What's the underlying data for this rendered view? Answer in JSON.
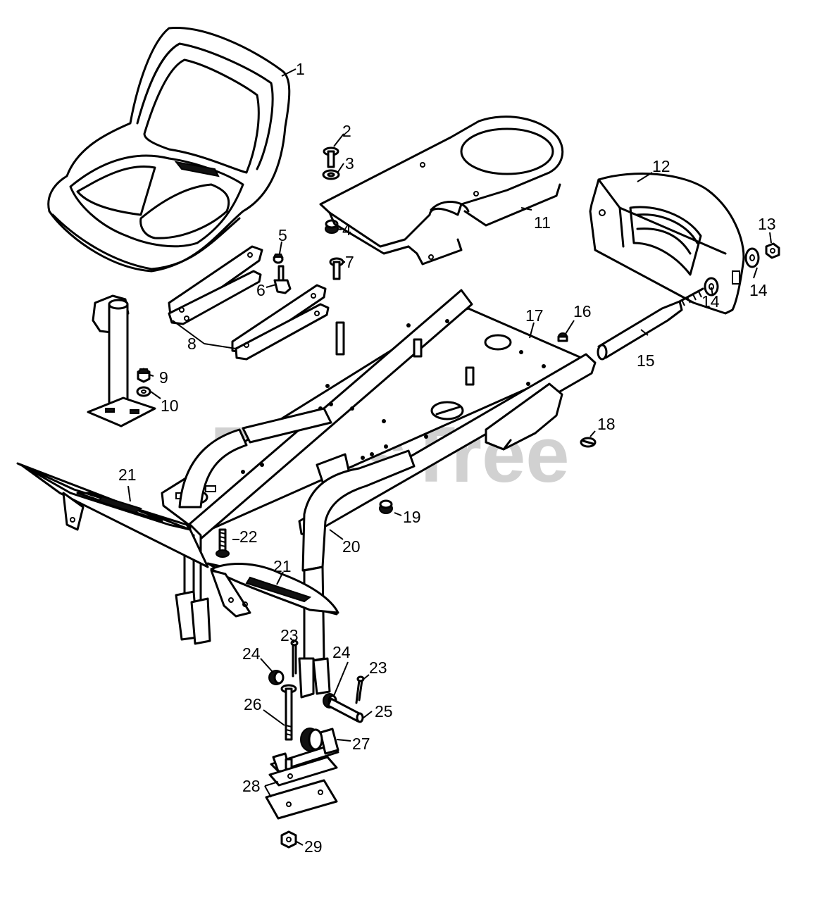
{
  "watermark": "PartsTree",
  "labels": [
    "1",
    "2",
    "3",
    "4",
    "5",
    "6",
    "7",
    "8",
    "9",
    "10",
    "11",
    "12",
    "13",
    "14",
    "14",
    "15",
    "16",
    "17",
    "18",
    "19",
    "20",
    "21",
    "21",
    "22",
    "23",
    "23",
    "24",
    "24",
    "25",
    "26",
    "27",
    "28",
    "29"
  ],
  "colors": {
    "ink": "#000000",
    "background": "#ffffff",
    "watermark": "#c9c9c9"
  }
}
